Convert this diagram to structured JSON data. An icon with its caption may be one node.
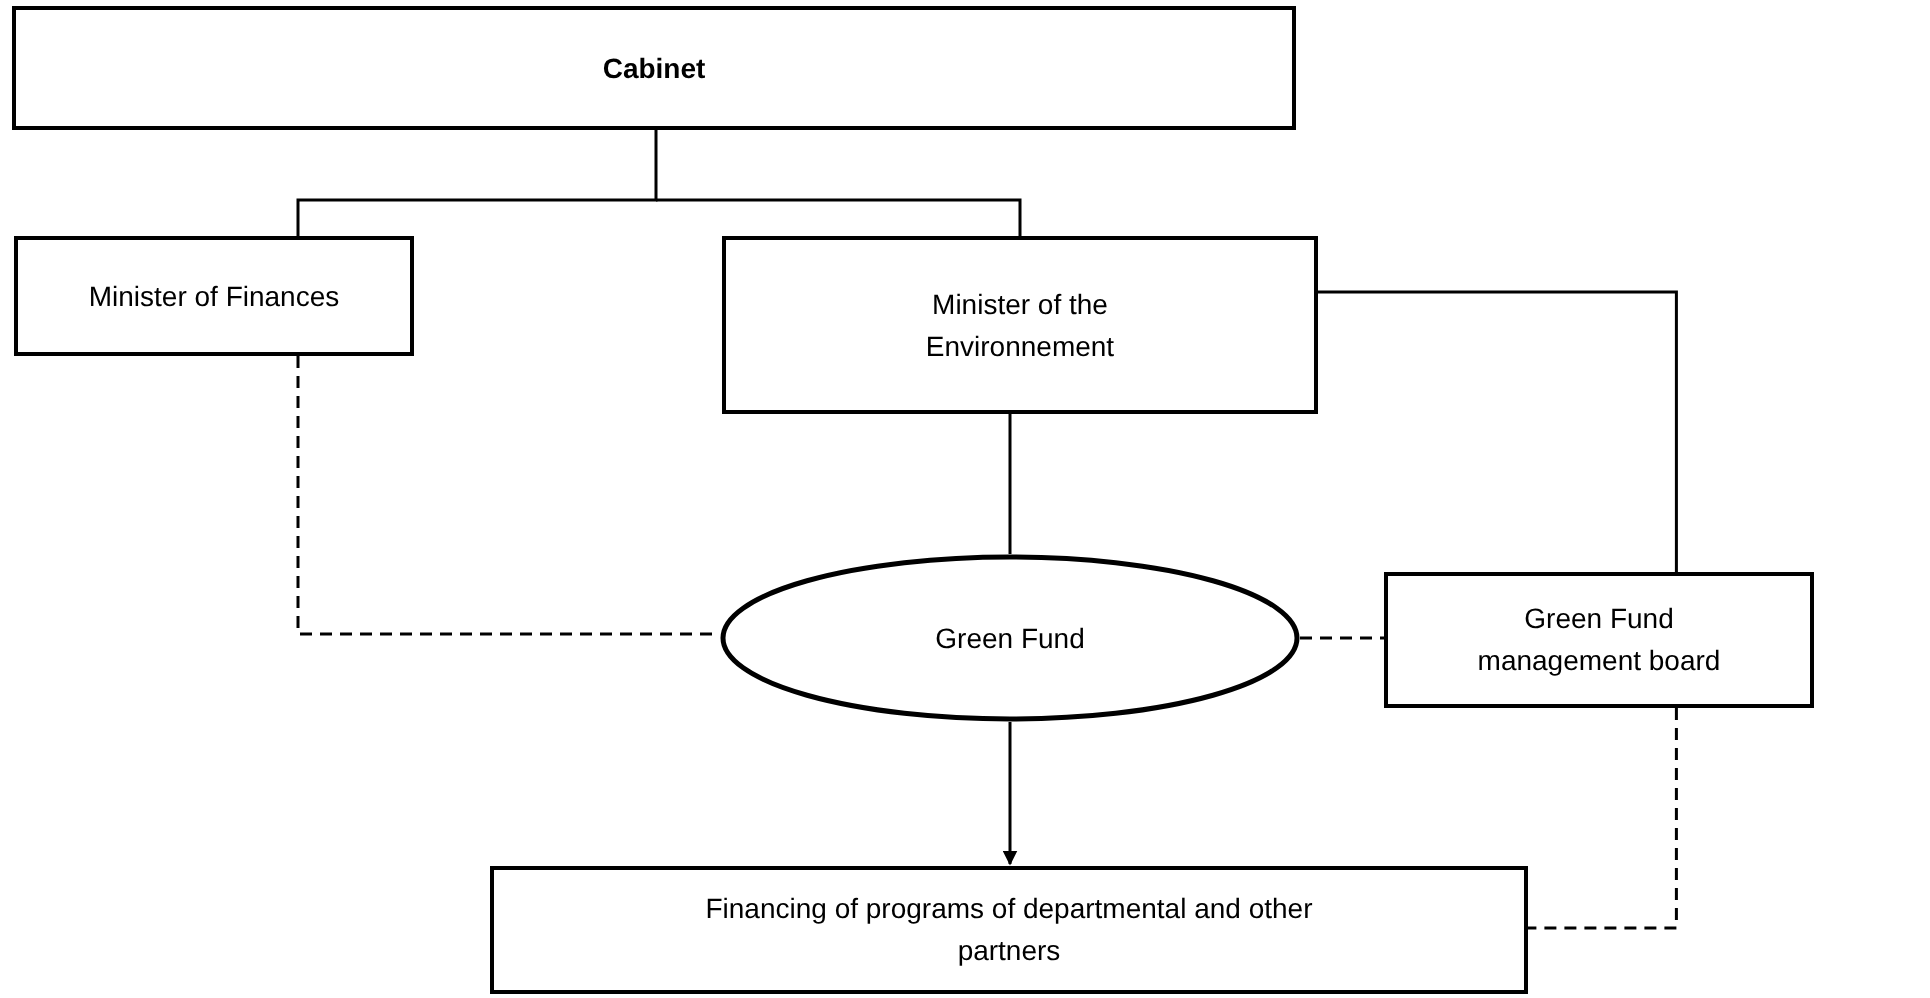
{
  "diagram": {
    "nodes": [
      {
        "text": [
          "Cabinet"
        ]
      },
      {
        "text": [
          "Minister of Finances"
        ]
      },
      {
        "text": [
          "Minister of the Environnement"
        ]
      },
      {
        "text": [
          "Green Fund"
        ]
      },
      {
        "text": [
          "Green Fund management board"
        ]
      },
      {
        "text": [
          "Financing of programs of departmental and other partners"
        ]
      }
    ],
    "edges": [
      {
        "from": 0,
        "to": 1,
        "arrow": "none"
      },
      {
        "from": 0,
        "to": 2,
        "arrow": "none"
      },
      {
        "from": 2,
        "to": 3,
        "arrow": "none"
      },
      {
        "from": 2,
        "to": 4,
        "arrow": "none"
      },
      {
        "from": 1,
        "to": 3,
        "arrow": "none",
        "style": "dashed"
      },
      {
        "from": 3,
        "to": 4,
        "arrow": "none",
        "style": "dashed"
      },
      {
        "from": 3,
        "to": 5,
        "arrow": "to"
      },
      {
        "from": 4,
        "to": 5,
        "arrow": "none",
        "style": "dashed"
      }
    ]
  }
}
